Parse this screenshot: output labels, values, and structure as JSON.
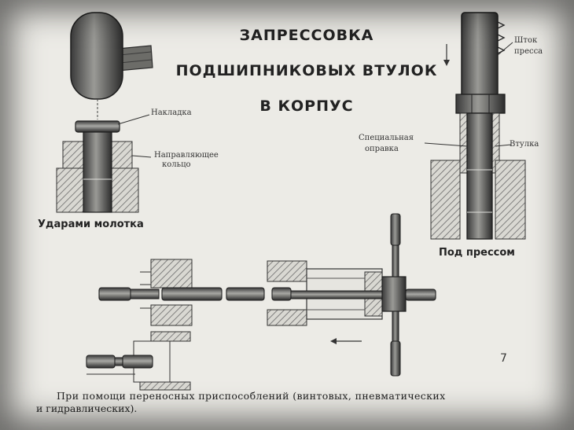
{
  "title": {
    "line1": "ЗАПРЕССОВКА",
    "line2": "ПОДШИПНИКОВЫХ ВТУЛОК",
    "line3": "В КОРПУС"
  },
  "hammer_figure": {
    "label_overlay": "Накладка",
    "label_guide_ring_1": "Направляющее",
    "label_guide_ring_2": "кольцо",
    "caption": "Ударами молотка"
  },
  "press_figure": {
    "label_rod_1": "Шток",
    "label_rod_2": "пресса",
    "label_mandrel_1": "Специальная",
    "label_mandrel_2": "оправка",
    "label_bushing": "Втулка",
    "caption": "Под прессом"
  },
  "slide_number": "7",
  "bottom_caption": {
    "line1": "При помощи переносных приспособлений (винтовых, пневматических",
    "line2": "и гидравлических)."
  }
}
